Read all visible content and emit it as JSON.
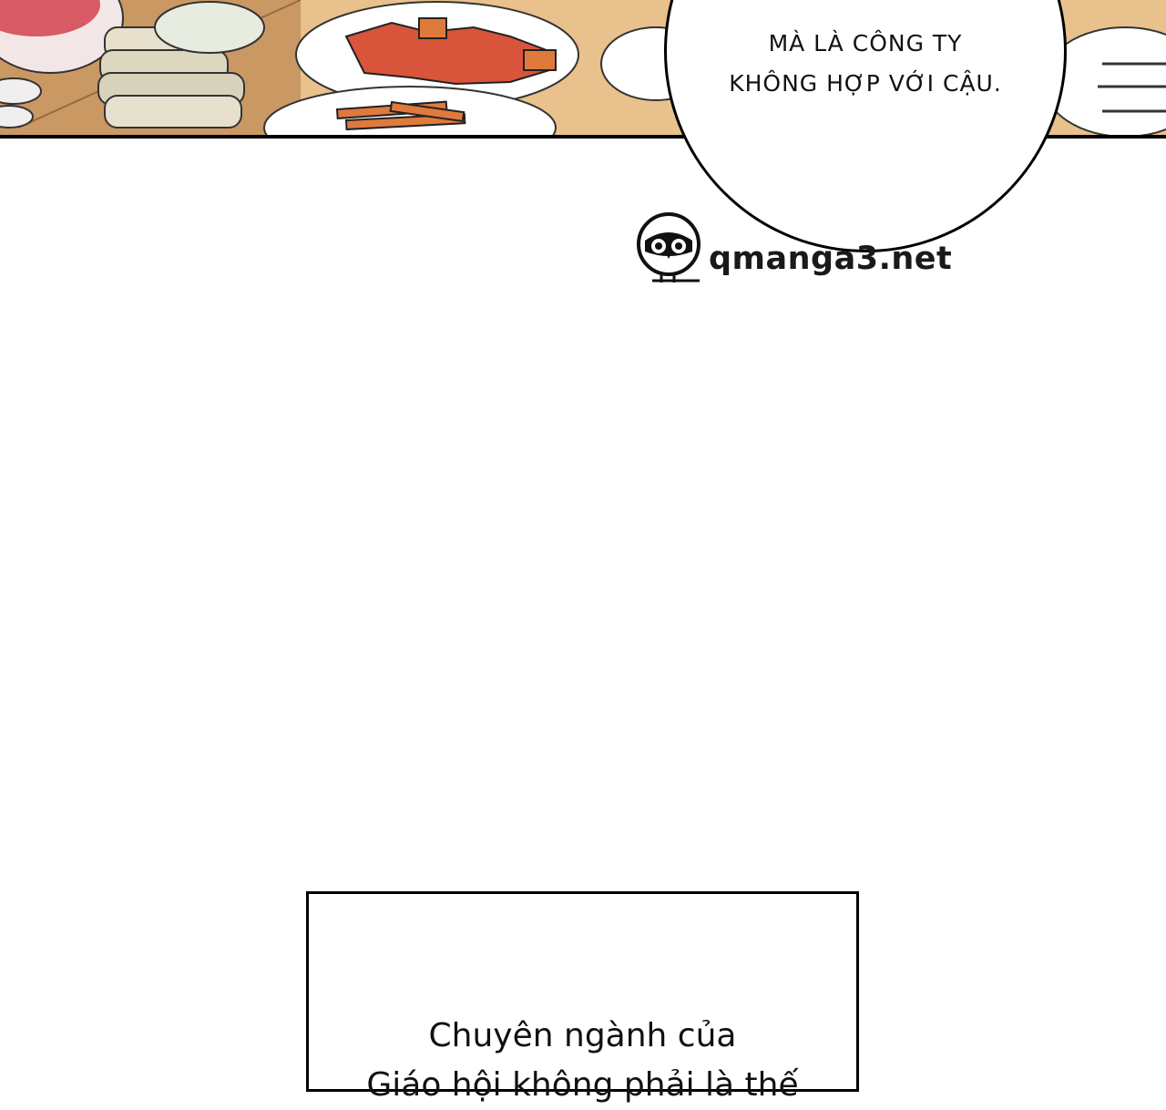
{
  "top_panel": {
    "bubble_lines": [
      "MÀ LÀ CÔNG TY",
      "KHÔNG HỢP VỚI CẬU."
    ]
  },
  "watermark": {
    "text": "qmanga3.net",
    "icon": "owl-logo-icon"
  },
  "caption": {
    "lines": [
      "Chuyên ngành của",
      "Giáo hội không phải là thế"
    ]
  },
  "colors": {
    "panel_background": "#e8c18c",
    "food_red": "#d8543a",
    "food_orange": "#e07a3c",
    "ink": "#000000"
  }
}
